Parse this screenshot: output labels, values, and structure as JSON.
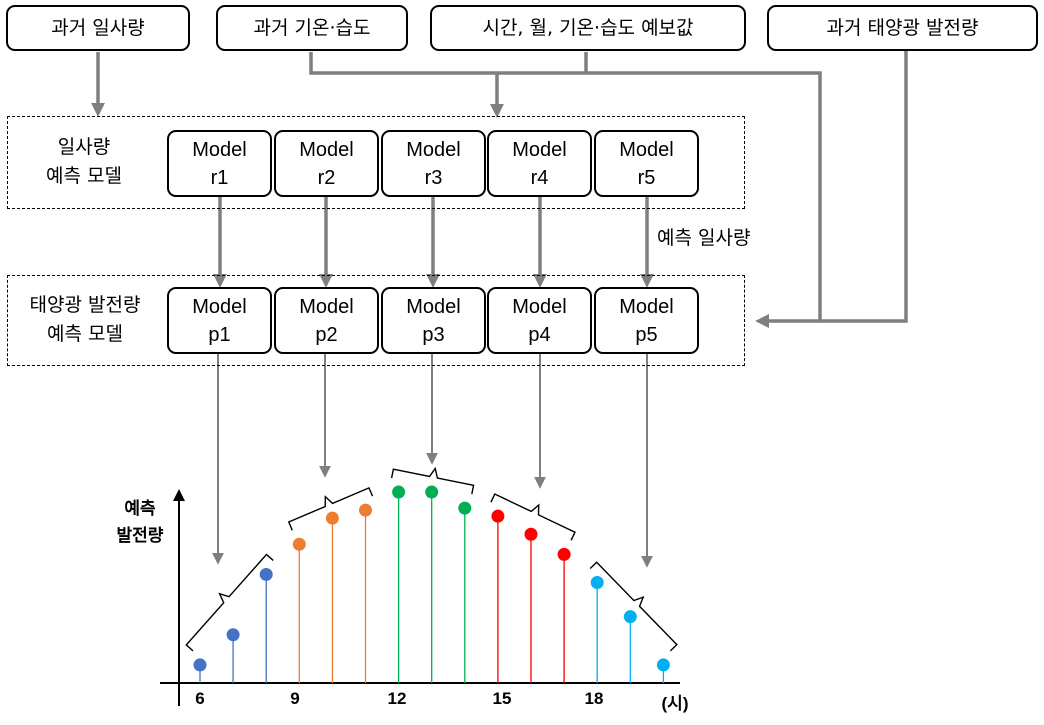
{
  "inputs": {
    "past_irradiance": "과거 일사량",
    "past_temp_humidity": "과거 기온·습도",
    "forecast": "시간, 월, 기온·습도 예보값",
    "past_pv_output": "과거 태양광 발전량"
  },
  "irradiance_group": {
    "label_line1": "일사량",
    "label_line2": "예측 모델",
    "models": [
      {
        "line1": "Model",
        "line2": "r1"
      },
      {
        "line1": "Model",
        "line2": "r2"
      },
      {
        "line1": "Model",
        "line2": "r3"
      },
      {
        "line1": "Model",
        "line2": "r4"
      },
      {
        "line1": "Model",
        "line2": "r5"
      }
    ]
  },
  "predicted_irradiance_label": "예측 일사량",
  "pv_group": {
    "label_line1": "태양광 발전량",
    "label_line2": "예측 모델",
    "models": [
      {
        "line1": "Model",
        "line2": "p1"
      },
      {
        "line1": "Model",
        "line2": "p2"
      },
      {
        "line1": "Model",
        "line2": "p3"
      },
      {
        "line1": "Model",
        "line2": "p4"
      },
      {
        "line1": "Model",
        "line2": "p5"
      }
    ]
  },
  "chart": {
    "ylabel_line1": "예측",
    "ylabel_line2": "발전량",
    "x_ticks": [
      "6",
      "9",
      "12",
      "15",
      "18"
    ],
    "x_unit": "(시)"
  },
  "chart_data": {
    "type": "scatter",
    "style": "stem",
    "x": [
      6,
      7,
      8,
      9,
      10,
      11,
      12,
      13,
      14,
      15,
      16,
      17,
      18,
      19,
      20
    ],
    "y": [
      0.09,
      0.24,
      0.54,
      0.69,
      0.82,
      0.86,
      0.95,
      0.95,
      0.87,
      0.83,
      0.74,
      0.64,
      0.5,
      0.33,
      0.09
    ],
    "groups": [
      {
        "model": "p1",
        "hours": [
          6,
          7,
          8
        ],
        "color": "#4472C4"
      },
      {
        "model": "p2",
        "hours": [
          9,
          10,
          11
        ],
        "color": "#ED7D31"
      },
      {
        "model": "p3",
        "hours": [
          12,
          13,
          14
        ],
        "color": "#00B050"
      },
      {
        "model": "p4",
        "hours": [
          15,
          16,
          17
        ],
        "color": "#FF0000"
      },
      {
        "model": "p5",
        "hours": [
          18,
          19,
          20
        ],
        "color": "#00B0F0"
      }
    ],
    "ylabel": "예측 발전량",
    "x_tick_labels": [
      "6",
      "9",
      "12",
      "15",
      "18"
    ],
    "x_unit": "(시)",
    "y_tick_labels": false,
    "grid": false
  },
  "colors": {
    "arrow": "#7f7f7f",
    "p1": "#4472C4",
    "p2": "#ED7D31",
    "p3": "#00B050",
    "p4": "#FF0000",
    "p5": "#00B0F0"
  }
}
